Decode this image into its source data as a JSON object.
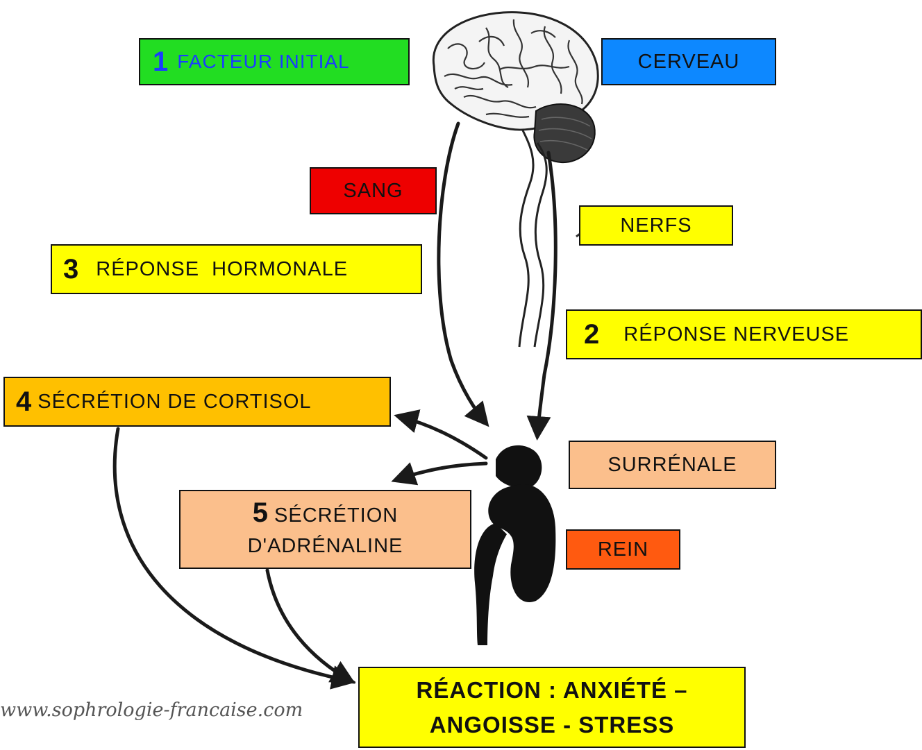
{
  "colors": {
    "green": "#22dd22",
    "blue": "#0d88ff",
    "red": "#ee0000",
    "yellow": "#ffff00",
    "orange": "#ffc000",
    "peach": "#fbbf8c",
    "dark_orange": "#ff5a10",
    "label_blue": "#1a3cff"
  },
  "boxes": {
    "facteur_initial": {
      "number": "1",
      "text": "FACTEUR INITIAL"
    },
    "cerveau": {
      "text": "CERVEAU"
    },
    "sang": {
      "text": "SANG"
    },
    "nerfs": {
      "text": "NERFS"
    },
    "reponse_hormonale": {
      "number": "3",
      "text": "RÉPONSE  HORMONALE"
    },
    "reponse_nerveuse": {
      "number": "2",
      "text": "RÉPONSE NERVEUSE"
    },
    "secretion_cortisol": {
      "number": "4",
      "text": "SÉCRÉTION DE CORTISOL"
    },
    "surrenale": {
      "text": "SURRÉNALE"
    },
    "secretion_adrenaline": {
      "number": "5",
      "line1": "SÉCRÉTION",
      "line2": "D'ADRÉNALINE"
    },
    "rein": {
      "text": "REIN"
    },
    "reaction": {
      "line1": "RÉACTION : ANXIÉTÉ –",
      "line2": "ANGOISSE - STRESS"
    }
  },
  "watermark": "www.sophrologie-francaise.com"
}
